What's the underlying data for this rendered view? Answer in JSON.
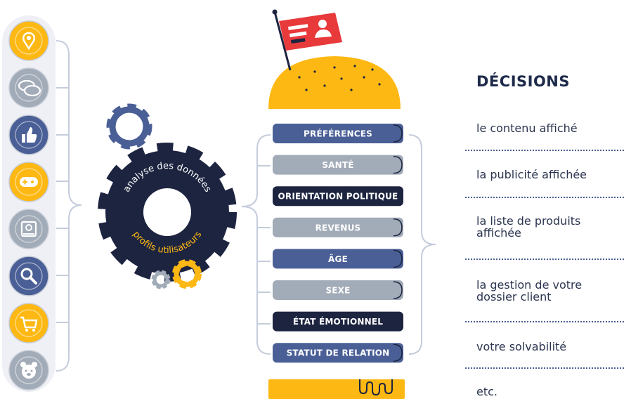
{
  "colors": {
    "navy": "#1d2440",
    "blue": "#4a5f96",
    "gray": "#a2abb8",
    "yellow": "#fdb813",
    "red": "#e8393b",
    "bracket": "#c5ccdb"
  },
  "sources": [
    {
      "icon": "location-pin-icon",
      "color": "yellow"
    },
    {
      "icon": "chat-bubbles-icon",
      "color": "gray"
    },
    {
      "icon": "thumbs-up-icon",
      "color": "blue"
    },
    {
      "icon": "gamepad-icon",
      "color": "yellow"
    },
    {
      "icon": "device-icon",
      "color": "gray"
    },
    {
      "icon": "search-icon",
      "color": "blue"
    },
    {
      "icon": "shopping-cart-icon",
      "color": "yellow"
    },
    {
      "icon": "smart-toy-icon",
      "color": "gray"
    }
  ],
  "gear": {
    "top_text": "analyse des données",
    "bottom_text": "profils utilisateurs"
  },
  "profile_bars": [
    {
      "label": "PRÉFÉRENCES",
      "color": "blue"
    },
    {
      "label": "SANTÉ",
      "color": "gray"
    },
    {
      "label": "ORIENTATION POLITIQUE",
      "color": "navy"
    },
    {
      "label": "REVENUS",
      "color": "gray"
    },
    {
      "label": "ÂGE",
      "color": "blue"
    },
    {
      "label": "SEXE",
      "color": "gray"
    },
    {
      "label": "ÉTAT ÉMOTIONNEL",
      "color": "navy"
    },
    {
      "label": "STATUT DE RELATION",
      "color": "blue"
    }
  ],
  "decisions": {
    "title": "DÉCISIONS",
    "items": [
      "le contenu affiché",
      "la publicité affichée",
      "la liste de produits affichée",
      "la gestion de votre dossier client",
      "votre solvabilité",
      "etc."
    ]
  }
}
